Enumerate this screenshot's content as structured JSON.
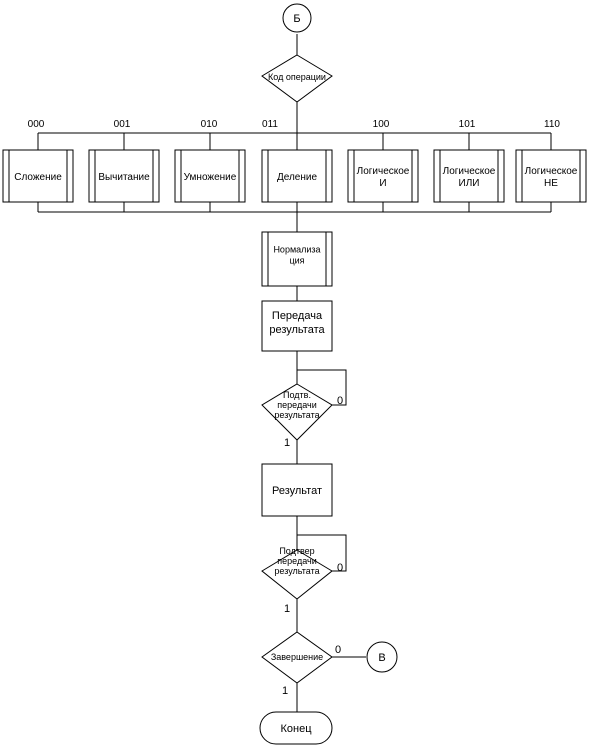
{
  "start_connector": "Б",
  "decision_opcode": "Код операции",
  "operations": [
    {
      "code": "000",
      "label": "Сложение"
    },
    {
      "code": "001",
      "label": "Вычитание"
    },
    {
      "code": "010",
      "label": "Умножение"
    },
    {
      "code": "011",
      "label": "Деление"
    },
    {
      "code": "100",
      "label": "Логическое\nИ"
    },
    {
      "code": "101",
      "label": "Логическое\nИЛИ"
    },
    {
      "code": "110",
      "label": "Логическое\nНЕ"
    }
  ],
  "normalize": "Нормализа\nция",
  "transfer_result": "Передача\nрезультата",
  "confirm_transfer_1": "Подтв.\nпередачи\nрезультата",
  "confirm_1_no": "0",
  "confirm_1_yes": "1",
  "result": "Результат",
  "confirm_transfer_2": "Подтвер\nпередачи\nрезультата",
  "confirm_2_no": "0",
  "confirm_2_yes": "1",
  "finish_decision": "Завершение",
  "finish_no": "0",
  "finish_yes": "1",
  "connector_out": "В",
  "end": "Конец"
}
